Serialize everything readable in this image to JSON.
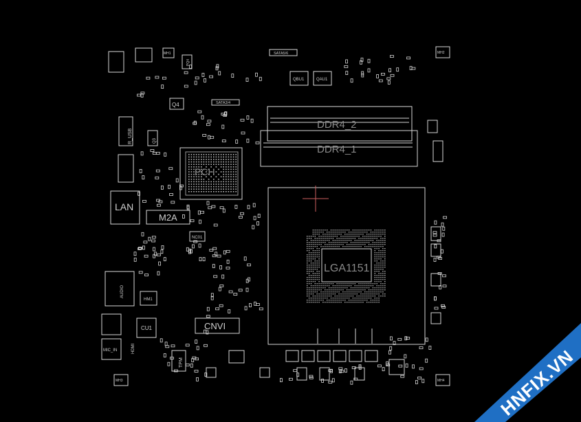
{
  "viewer": {
    "background": "#000000",
    "outline_color": "#d8d8d8",
    "highlight_color": "#d06060",
    "accent_color": "#2a78c8"
  },
  "board": {
    "labels": {
      "ddr4_2": "DDR4_2",
      "ddr4_1": "DDR4_1",
      "cpu_socket": "LGA1151",
      "lan": "LAN",
      "m2a": "M2A",
      "cnvi": "CNVI",
      "pch": "PCH",
      "tpm": "TPM",
      "cu1": "CU1",
      "q4": "Q4",
      "q3": "Q3",
      "qbu1": "QBU1",
      "qau1": "QAU1",
      "sata5_6": "SATA5/6",
      "sata3_4": "SATA3/4",
      "r_usb": "R_USB",
      "audio": "AUDIO",
      "hdmi": "HDMI",
      "mic_in": "MIC_IN",
      "hmi": "HM1",
      "nc": "NC01",
      "pq": "PQ4",
      "mh1": "MH1",
      "mh2": "MH2",
      "mh3": "MH3",
      "mh4": "MH4"
    }
  },
  "watermark": {
    "text": "HNFIX.VN",
    "color": "#1f6fc4"
  }
}
